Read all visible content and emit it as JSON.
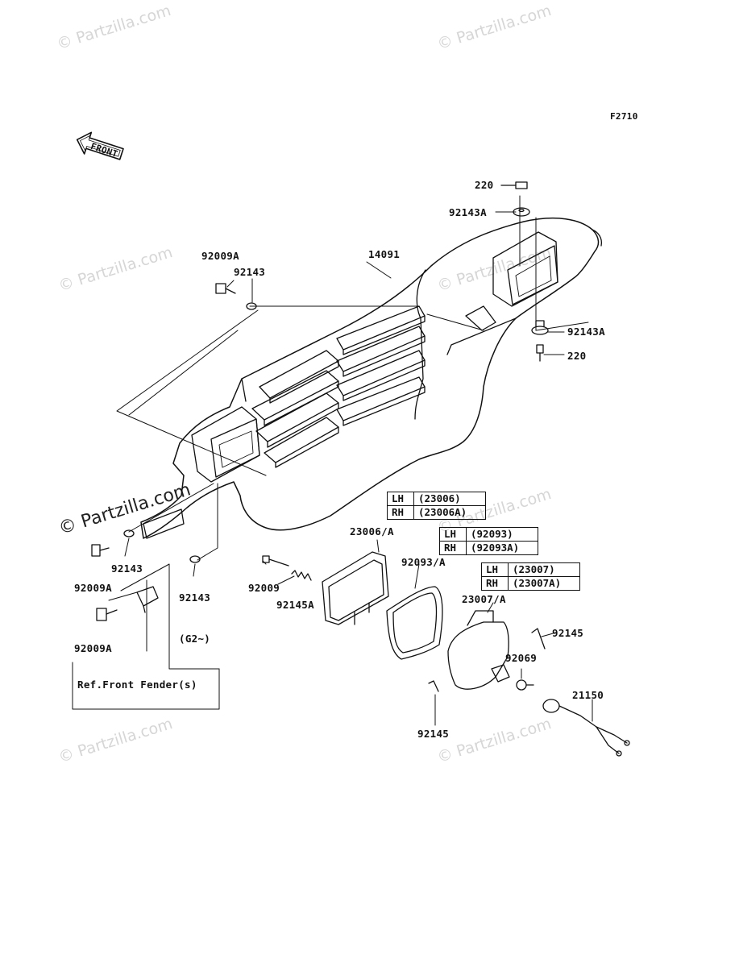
{
  "figure_code": "F2710",
  "front_arrow_text": "FRONT",
  "watermark_text": "© Partzilla.com",
  "parts": {
    "p220_top": "220",
    "p92143A_top": "92143A",
    "p14091": "14091",
    "p92009A_top": "92009A",
    "p92143_top": "92143",
    "p92143A_right": "92143A",
    "p220_right": "220",
    "p23006A": "23006/A",
    "p92093A": "92093/A",
    "p23007A": "23007/A",
    "p92143_left": "92143",
    "p92009A_mid": "92009A",
    "p92143_mid": "92143",
    "p92009A_bottom": "92009A",
    "p92009": "92009",
    "p92145A": "92145A",
    "p92145_right": "92145",
    "p92069": "92069",
    "p21150": "21150",
    "p92145_bottom": "92145",
    "g2_note": "(G2~)",
    "ref_front_fender": "Ref.Front Fender(s)"
  },
  "variant_tables": [
    {
      "rows": [
        {
          "side": "LH",
          "code": "(23006)"
        },
        {
          "side": "RH",
          "code": "(23006A)"
        }
      ]
    },
    {
      "rows": [
        {
          "side": "LH",
          "code": "(92093)"
        },
        {
          "side": "RH",
          "code": "(92093A)"
        }
      ]
    },
    {
      "rows": [
        {
          "side": "LH",
          "code": "(23007)"
        },
        {
          "side": "RH",
          "code": "(23007A)"
        }
      ]
    }
  ]
}
